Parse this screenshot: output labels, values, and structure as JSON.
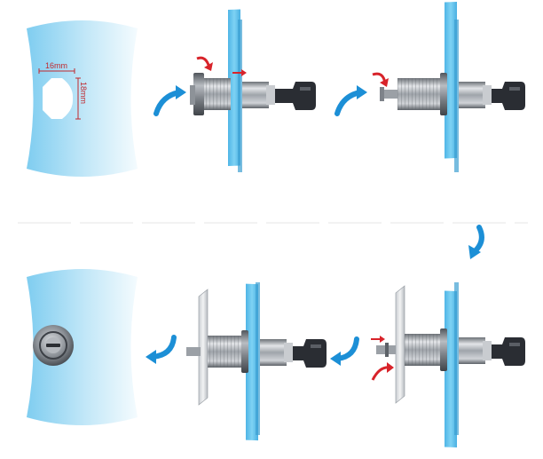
{
  "diagram": {
    "dimensions": {
      "width_label": "16mm",
      "height_label": "18mm"
    },
    "steps": [
      {
        "id": "step-1",
        "view": "panel-hole-front"
      },
      {
        "id": "step-2",
        "view": "insert-lock-through-panel"
      },
      {
        "id": "step-3",
        "view": "add-nut"
      },
      {
        "id": "step-4",
        "view": "add-cam"
      },
      {
        "id": "step-5",
        "view": "assembled-side"
      },
      {
        "id": "step-6",
        "view": "installed-front"
      }
    ],
    "colors": {
      "panel": "#6cc6ee",
      "panel_dark": "#3d9fd1",
      "door_light": "#e9f6fc",
      "arrow_blue": "#1c8fd6",
      "arrow_red": "#d8232a",
      "metal": "#a9adb2",
      "key": "#2a2d33"
    }
  }
}
